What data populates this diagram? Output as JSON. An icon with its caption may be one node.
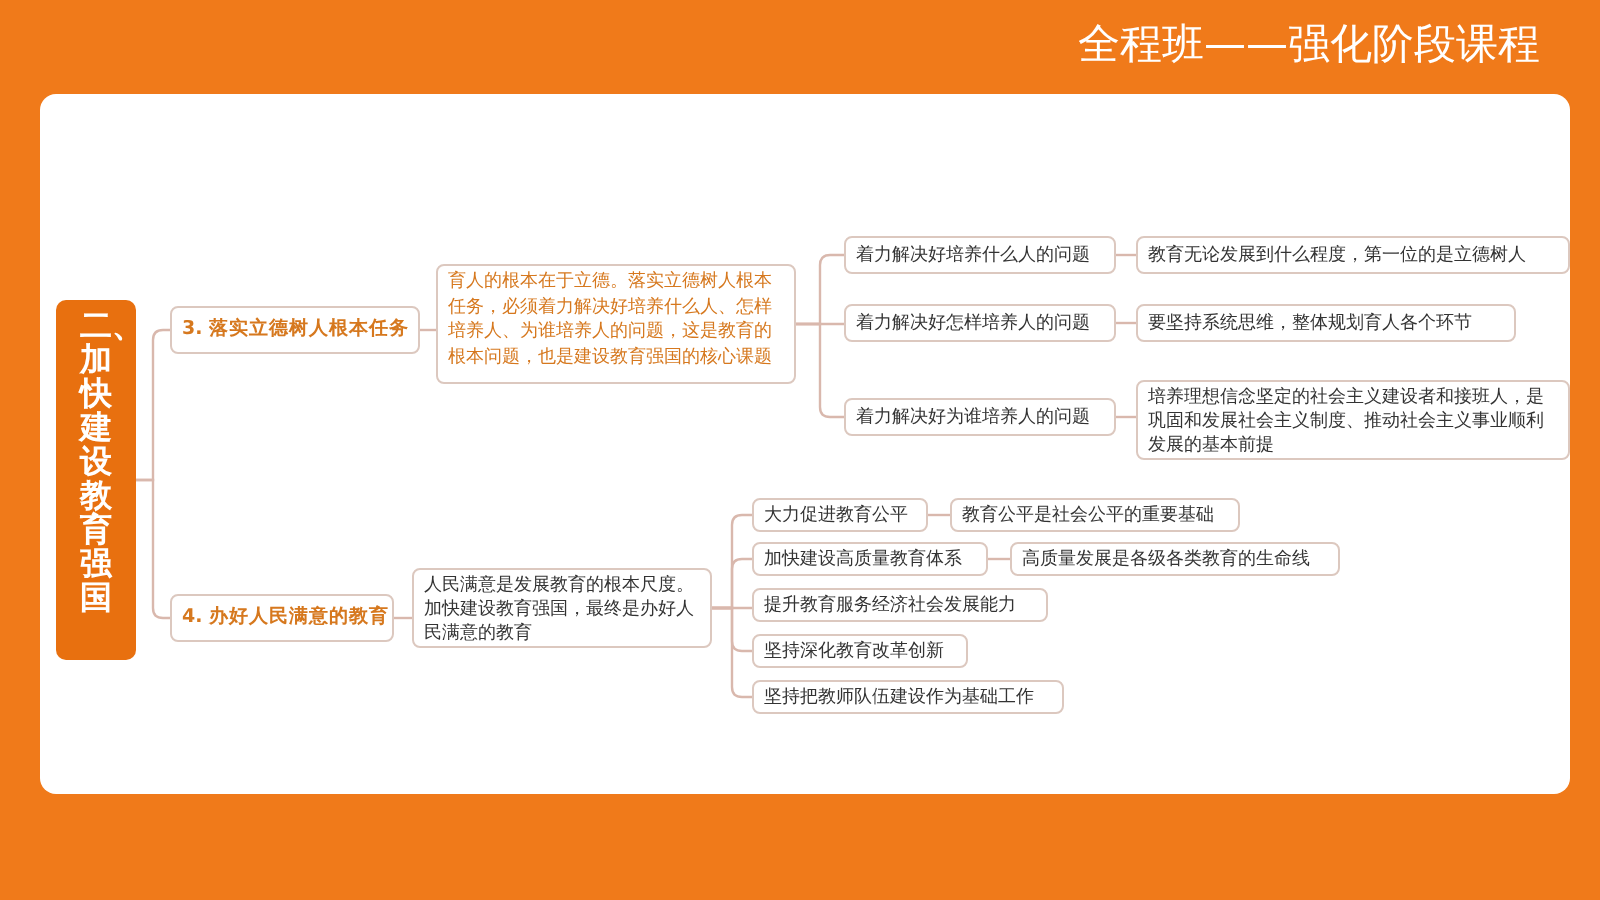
{
  "diagram": {
    "title": "全程班——强化阶段课程",
    "nodes": [
      {
        "text": [
          "二、加快建设教育强国"
        ]
      },
      {
        "text": [
          "3. 落实立德树人根本任务"
        ]
      },
      {
        "text": [
          "育人的根本在于立德。落实立德树人根本任务，必须着力解决好培养什么人、怎样培养人、为谁培养人的问题，这是教育的根本问题，也是建设教育强国的核心课题"
        ]
      },
      {
        "text": [
          "着力解决好培养什么人的问题"
        ]
      },
      {
        "text": [
          "教育无论发展到什么程度，第一位的是立德树人"
        ]
      },
      {
        "text": [
          "着力解决好怎样培养人的问题"
        ]
      },
      {
        "text": [
          "要坚持系统思维，整体规划育人各个环节"
        ]
      },
      {
        "text": [
          "着力解决好为谁培养人的问题"
        ]
      },
      {
        "text": [
          "培养理想信念坚定的社会主义建设者和接班人，是巩固和发展社会主义制度、推动社会主义事业顺利发展的基本前提"
        ]
      },
      {
        "text": [
          "4. 办好人民满意的教育"
        ]
      },
      {
        "text": [
          "人民满意是发展教育的根本尺度。加快建设教育强国，最终是办好人民满意的教育"
        ]
      },
      {
        "text": [
          "大力促进教育公平"
        ]
      },
      {
        "text": [
          "教育公平是社会公平的重要基础"
        ]
      },
      {
        "text": [
          "加快建设高质量教育体系"
        ]
      },
      {
        "text": [
          "高质量发展是各级各类教育的生命线"
        ]
      },
      {
        "text": [
          "提升教育服务经济社会发展能力"
        ]
      },
      {
        "text": [
          "坚持深化教育改革创新"
        ]
      },
      {
        "text": [
          "坚持把教师队伍建设作为基础工作"
        ]
      }
    ],
    "edges": [
      {
        "from": 0,
        "to": 1,
        "arrow": "none"
      },
      {
        "from": 0,
        "to": 9,
        "arrow": "none"
      },
      {
        "from": 1,
        "to": 2,
        "arrow": "none"
      },
      {
        "from": 2,
        "to": 3,
        "arrow": "none"
      },
      {
        "from": 2,
        "to": 5,
        "arrow": "none"
      },
      {
        "from": 2,
        "to": 7,
        "arrow": "none"
      },
      {
        "from": 3,
        "to": 4,
        "arrow": "none"
      },
      {
        "from": 5,
        "to": 6,
        "arrow": "none"
      },
      {
        "from": 7,
        "to": 8,
        "arrow": "none"
      },
      {
        "from": 9,
        "to": 10,
        "arrow": "none"
      },
      {
        "from": 10,
        "to": 11,
        "arrow": "none"
      },
      {
        "from": 10,
        "to": 13,
        "arrow": "none"
      },
      {
        "from": 10,
        "to": 15,
        "arrow": "none"
      },
      {
        "from": 10,
        "to": 16,
        "arrow": "none"
      },
      {
        "from": 10,
        "to": 17,
        "arrow": "none"
      },
      {
        "from": 11,
        "to": 12,
        "arrow": "none"
      },
      {
        "from": 13,
        "to": 14,
        "arrow": "none"
      }
    ]
  }
}
